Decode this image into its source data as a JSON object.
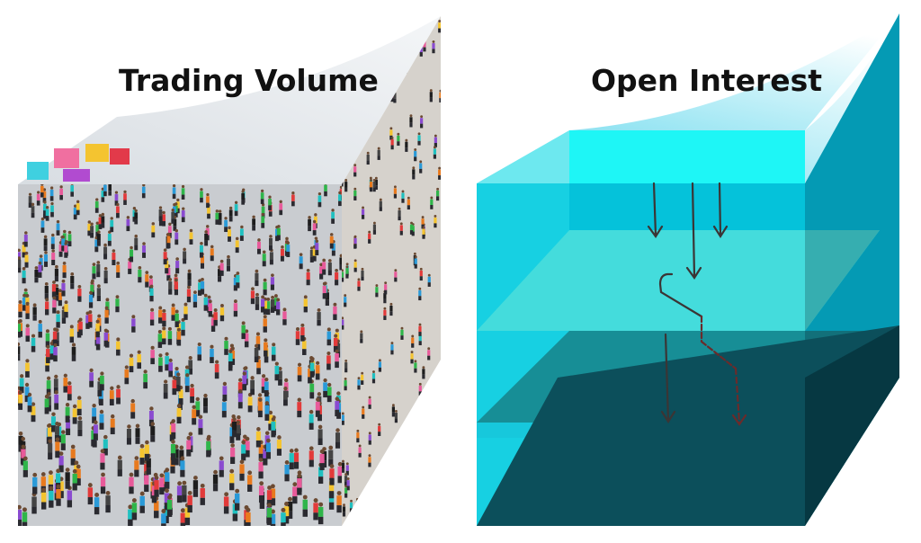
{
  "left_panel": {
    "title": "Trading Volume",
    "illustration": "crowded-marketplace-cube"
  },
  "right_panel": {
    "title": "Open Interest",
    "illustration": "layered-translucent-cube-with-arrows"
  },
  "colors": {
    "cyan_bright": "#1ef6f6",
    "cyan_front": "#14cfe2",
    "plane_light": "#44dcdc",
    "plane_mid": "#178e96",
    "plane_dark": "#0b4e5a",
    "side": "#0399b3",
    "arrow": "#3b3535",
    "arrow_dashed": "#6a2b2b"
  }
}
